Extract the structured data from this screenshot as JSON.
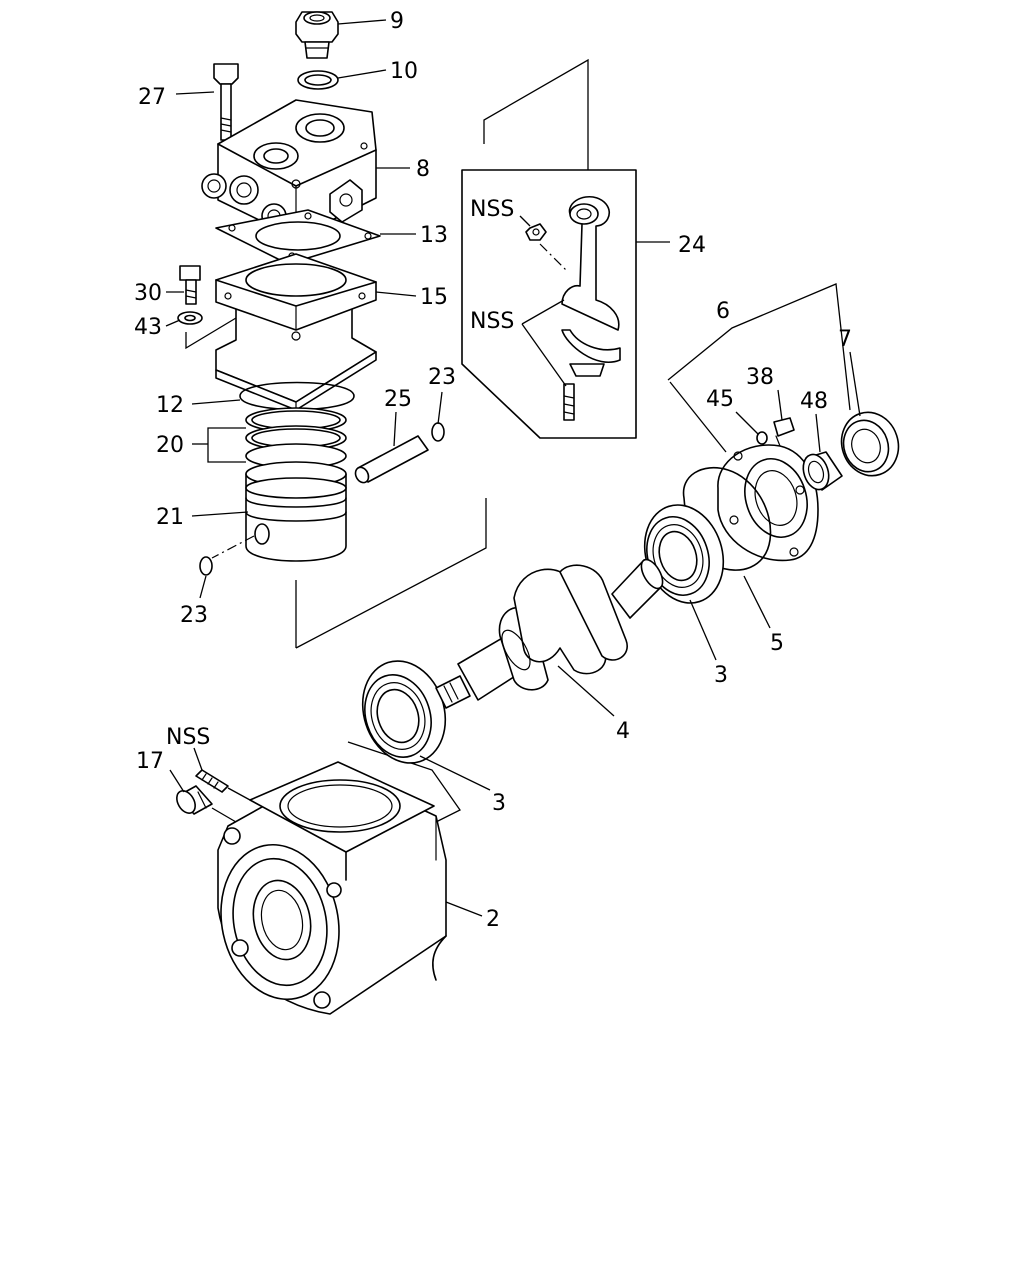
{
  "diagram": {
    "callouts": {
      "c9": "9",
      "c10": "10",
      "c27": "27",
      "c8": "8",
      "c13": "13",
      "c30": "30",
      "c15": "15",
      "c43": "43",
      "c12": "12",
      "c20": "20",
      "c21": "21",
      "c25": "25",
      "c23_top": "23",
      "c23_bottom": "23",
      "c24": "24",
      "nss_nut": "NSS",
      "nss_caps": "NSS",
      "nss_stud": "NSS",
      "c6": "6",
      "c7": "7",
      "c38": "38",
      "c45": "45",
      "c48": "48",
      "c5": "5",
      "c3_right": "3",
      "c4": "4",
      "c3_left": "3",
      "c17": "17",
      "c2": "2"
    }
  }
}
